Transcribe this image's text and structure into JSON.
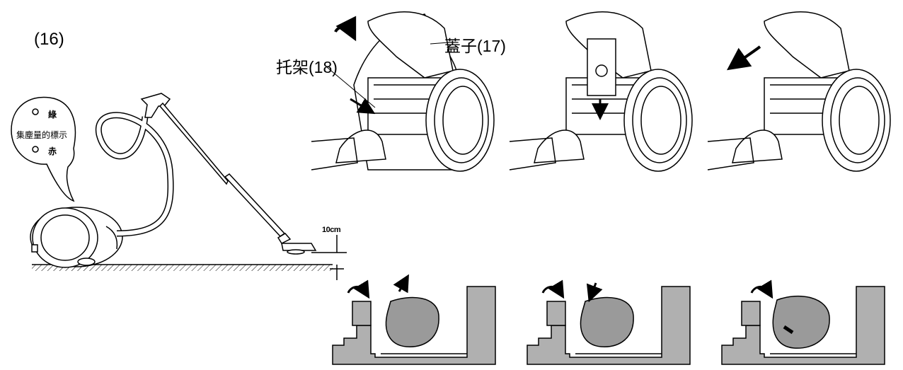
{
  "figure": {
    "number": "(16)",
    "labels": {
      "lid": "蓋子(17)",
      "bracket": "托架(18)",
      "height": "10cm"
    },
    "indicator": {
      "green": "綠",
      "title": "集塵量的標示",
      "red": "赤"
    }
  },
  "colors": {
    "line": "#000000",
    "fill_gray": "#b0b0b0",
    "bag_gray": "#9a9a9a",
    "background": "#ffffff"
  }
}
